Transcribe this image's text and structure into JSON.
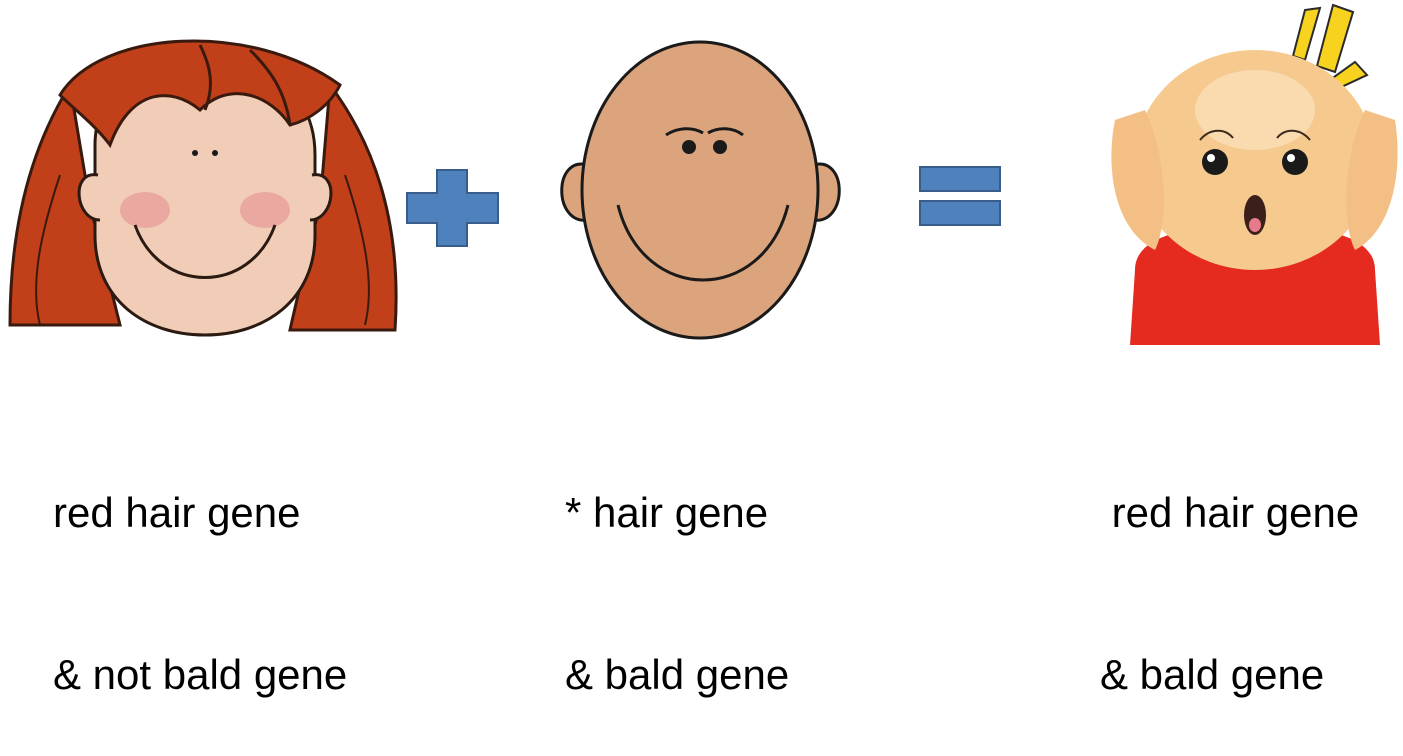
{
  "panels": [
    {
      "figure": "red-haired-girl-face",
      "caption_lines": [
        "red hair gene",
        "& not bald gene"
      ]
    },
    {
      "figure": "bald-smiling-face",
      "caption_lines": [
        "* hair gene",
        "& bald gene"
      ]
    },
    {
      "figure": "surprised-bald-child",
      "caption_lines": [
        " red hair gene",
        "& bald gene"
      ]
    }
  ],
  "operators": {
    "plus": "plus-sign-icon",
    "equals": "equals-sign-icon"
  },
  "colors": {
    "operator_fill": "#4f81bd",
    "operator_stroke": "#385d8a",
    "hair": "#c1401a",
    "skin_girl": "#f1cdb8",
    "skin_bald": "#dca47d",
    "skin_child": "#f6c98f",
    "shirt": "#e52b20",
    "burst": "#f7d21e"
  }
}
